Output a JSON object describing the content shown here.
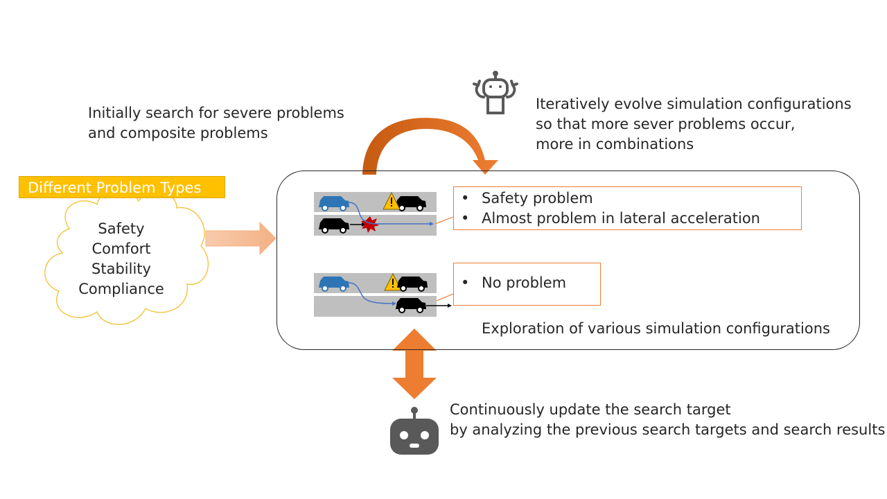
{
  "left_label": "Different Problem Types",
  "problem_types": [
    "Safety",
    "Comfort",
    "Stability",
    "Compliance"
  ],
  "initial_search_text": [
    "Initially search for severe problems",
    "and composite problems"
  ],
  "evolve_text": [
    "Iteratively evolve simulation configurations",
    "so that more sever problems occur,",
    "more in combinations"
  ],
  "scenario1_callout": [
    "Safety problem",
    "Almost problem in lateral acceleration"
  ],
  "scenario2_callout": [
    "No problem"
  ],
  "exploration_text": "Exploration of various simulation configurations",
  "update_text": [
    "Continuously update the search target",
    "by analyzing the previous search targets and search results"
  ],
  "colors": {
    "accent_orange": "#ed7d31",
    "label_yellow": "#ffc000",
    "car_blue": "#2e75b6",
    "road_gray": "#bfbfbf",
    "icon_gray": "#595959"
  },
  "icons": {
    "top_robot": "robot-arms-icon",
    "bottom_robot": "robot-head-icon",
    "warning": "warning-triangle-icon",
    "collision": "collision-burst-icon"
  }
}
